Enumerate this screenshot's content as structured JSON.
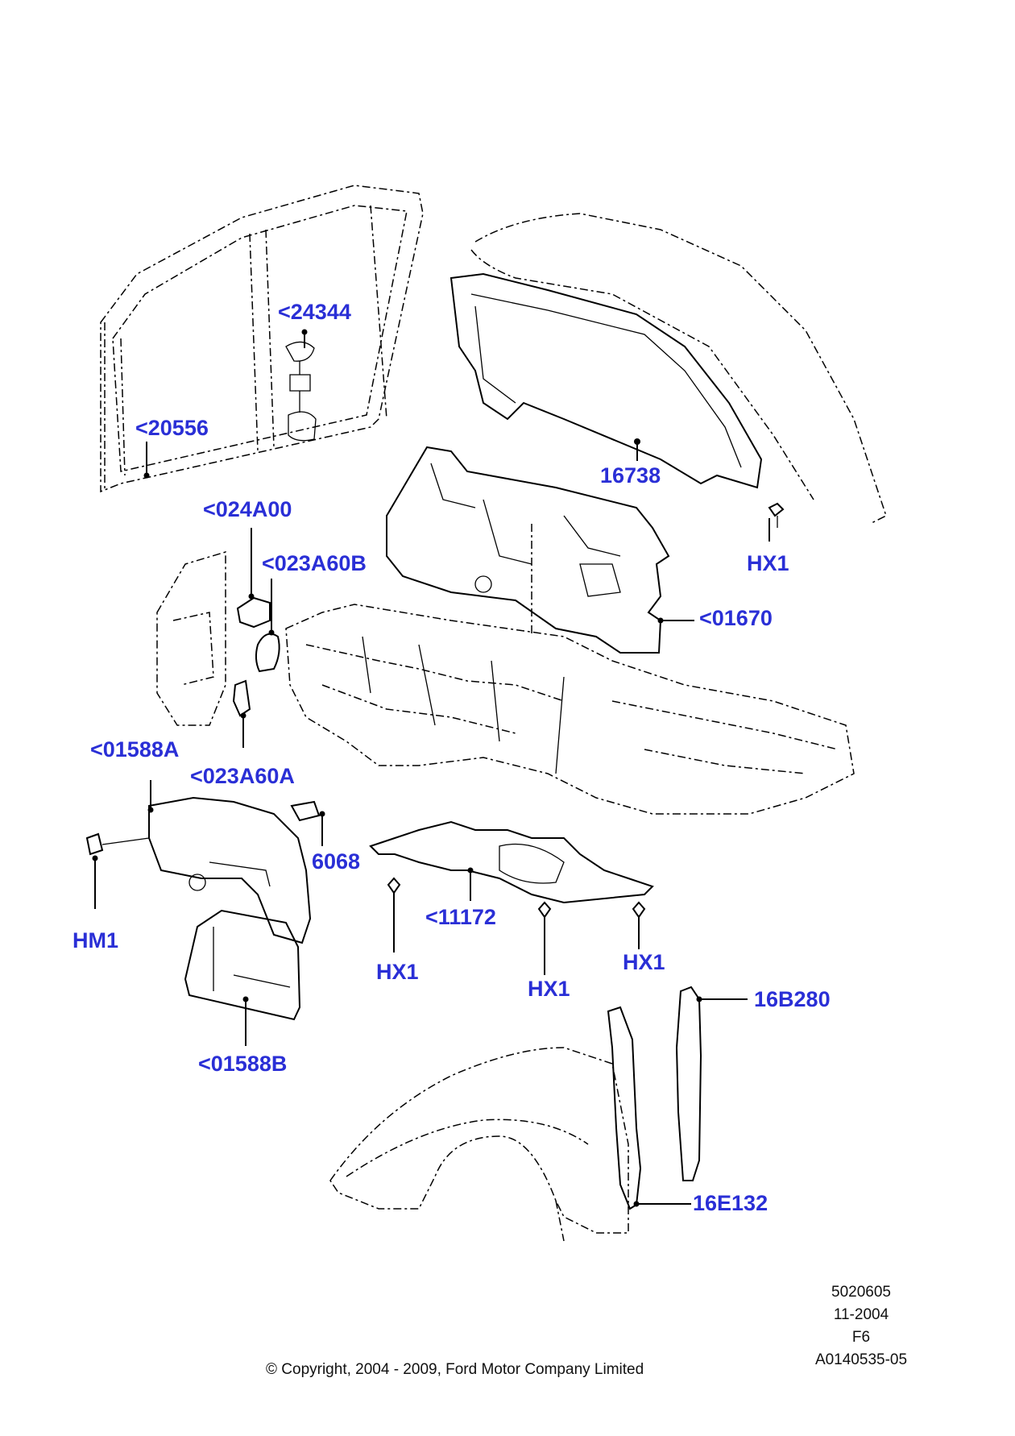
{
  "parts": {
    "p24344": "<24344",
    "p20556": "<20556",
    "p16738": "16738",
    "p024A00": "<024A00",
    "p023A60B": "<023A60B",
    "hx1_hood": "HX1",
    "p01670": "<01670",
    "p01588A": "<01588A",
    "p023A60A": "<023A60A",
    "p6068": "6068",
    "hm1": "HM1",
    "p11172": "<11172",
    "hx1_left": "HX1",
    "hx1_center": "HX1",
    "hx1_right": "HX1",
    "p16B280": "16B280",
    "p01588B": "<01588B",
    "p16E132": "16E132"
  },
  "footer": {
    "code1": "5020605",
    "code2": "11-2004",
    "code3": "F6",
    "code4": "A0140535-05",
    "copyright": "© Copyright, 2004 - 2009, Ford Motor Company Limited"
  },
  "colors": {
    "label": "#2a2fd6",
    "line": "#000000"
  }
}
